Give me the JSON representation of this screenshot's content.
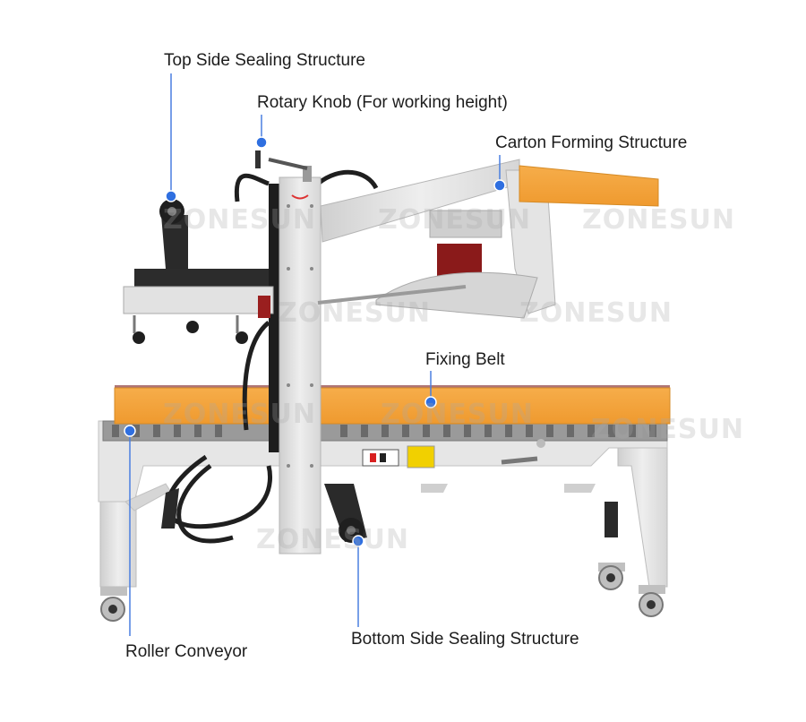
{
  "callouts": {
    "top_side_sealing": "Top Side Sealing Structure",
    "rotary_knob": "Rotary Knob (For working height)",
    "carton_forming": "Carton Forming Structure",
    "fixing_belt": "Fixing Belt",
    "roller_conveyor": "Roller Conveyor",
    "bottom_side_sealing": "Bottom Side Sealing Structure"
  },
  "watermark": "ZONESUN",
  "colors": {
    "callout_line": "#4a7fe0",
    "callout_dot": "#2f6fe0",
    "belt": "#f3a23b",
    "frame": "#e2e2e2",
    "dark": "#2a2a2a"
  }
}
